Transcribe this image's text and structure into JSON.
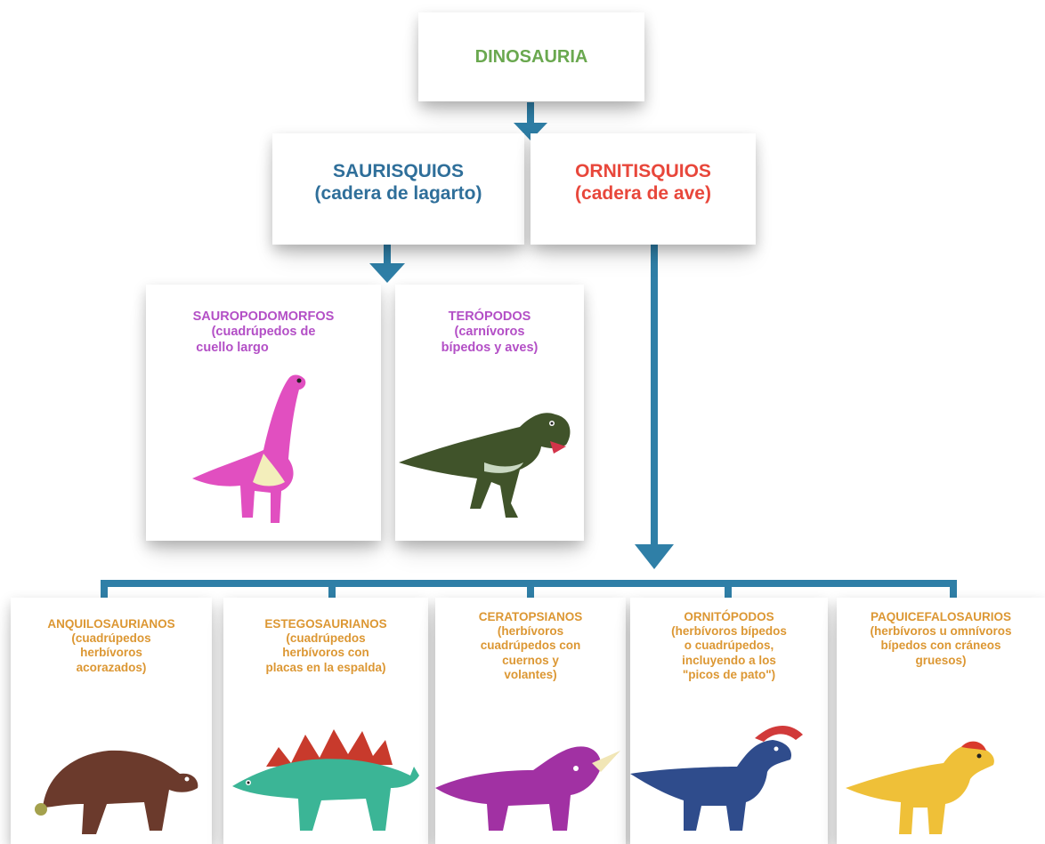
{
  "colors": {
    "connector": "#2f7fa7",
    "root": "#6aa84f",
    "saurisquios": "#2f6f9a",
    "ornitisquios": "#e8473b",
    "subgroup": "#b34fc6",
    "ornithischian_groups": "#dc9733"
  },
  "root": {
    "title": "DINOSAURIA"
  },
  "saurisquios": {
    "line1": "SAURISQUIOS",
    "line2": "(cadera de lagarto)"
  },
  "ornitisquios": {
    "line1": "ORNITISQUIOS",
    "line2": "(cadera de ave)"
  },
  "sauropodomorfos": {
    "line1": "SAUROPODOMORFOS",
    "line2": "(cuadrúpedos de",
    "line3": "cuello largo",
    "icon": "sauropod-dinosaur-icon"
  },
  "teropodos": {
    "line1": "TERÓPODOS",
    "line2": "(carnívoros",
    "line3": "bípedos y aves)",
    "icon": "theropod-dinosaur-icon"
  },
  "groups": [
    {
      "lines": [
        "ANQUILOSAURIANOS",
        "(cuadrúpedos",
        "herbívoros",
        "acorazados)"
      ],
      "icon": "ankylosaur-icon"
    },
    {
      "lines": [
        "ESTEGOSAURIANOS",
        "(cuadrúpedos",
        "herbívoros con",
        "placas en la espalda)"
      ],
      "icon": "stegosaur-icon"
    },
    {
      "lines": [
        "CERATOPSIANOS",
        "(herbívoros",
        "cuadrúpedos con",
        "cuernos y",
        "volantes)"
      ],
      "icon": "triceratops-icon"
    },
    {
      "lines": [
        "ORNITÓPODOS",
        "(herbívoros bípedos",
        "o cuadrúpedos,",
        "incluyendo a los",
        "\"picos de pato\")"
      ],
      "icon": "hadrosaur-icon"
    },
    {
      "lines": [
        "PAQUICEFALOSAURIOS",
        "(herbívoros u omnívoros",
        "bípedos con cráneos",
        "gruesos)"
      ],
      "icon": "pachycephalosaur-icon"
    }
  ]
}
